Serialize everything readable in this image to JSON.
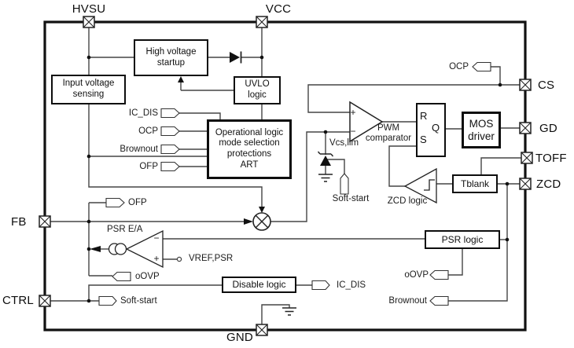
{
  "colors": {
    "wire": "#454545",
    "block_border": "#111111",
    "background": "#ffffff",
    "text": "#111111"
  },
  "pins": {
    "hvsu": "HVSU",
    "vcc": "VCC",
    "cs": "CS",
    "gd": "GD",
    "toff": "TOFF",
    "zcd": "ZCD",
    "fb": "FB",
    "ctrl": "CTRL",
    "gnd": "GND"
  },
  "blocks": {
    "high_voltage_startup": "High voltage\nstartup",
    "input_voltage_sensing": "Input voltage\nsensing",
    "uvlo_logic": "UVLO\nlogic",
    "operational_logic": "Operational logic\nmode selection\nprotections\nART",
    "mos_driver": "MOS\ndriver",
    "tblank": "Tblank",
    "psr_logic": "PSR logic",
    "disable_logic": "Disable logic"
  },
  "flipflop": {
    "r": "R",
    "q": "Q",
    "s": "S"
  },
  "comparator_signs": {
    "plus": "+",
    "minus": "−"
  },
  "labels": {
    "pwm_comparator": "PWM\ncomparator",
    "zcd_logic": "ZCD logic",
    "psr_ea": "PSR E/A",
    "vref_psr": "VREF,PSR",
    "vcs_lim": "Vcs,lim",
    "soft_start_clamp": "Soft-start",
    "soft_start_ctrl": "Soft-start",
    "ic_dis_operational": "IC_DIS",
    "ocp_operational": "OCP",
    "brownout_operational": "Brownout",
    "ofp_operational": "OFP",
    "ocp_cs": "OCP",
    "ofp_fb": "OFP",
    "oovp_fb": "oOVP",
    "oovp_psr": "oOVP",
    "brownout_zcd": "Brownout",
    "ic_dis_disable": "IC_DIS"
  }
}
